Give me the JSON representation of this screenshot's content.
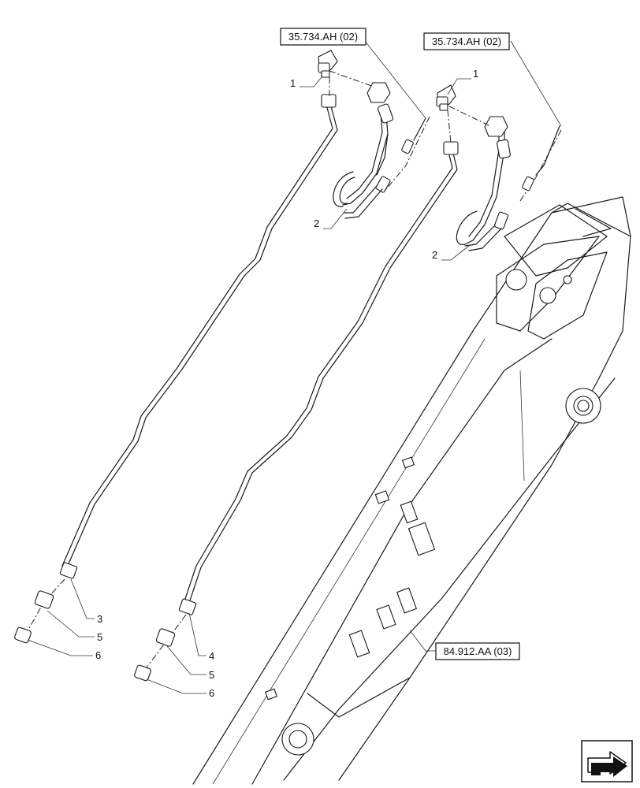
{
  "references": {
    "ref_top_left": "35.734.AH (02)",
    "ref_top_right": "35.734.AH (02)",
    "ref_boom": "84.912.AA (03)"
  },
  "callouts": {
    "left_elbow": "1",
    "left_hose": "2",
    "right_elbow": "1",
    "right_hose": "2",
    "left_nut": "3",
    "left_union": "5",
    "left_plug": "6",
    "right_nut": "4",
    "right_union": "5",
    "right_plug": "6"
  },
  "nav_icon": "next-page-arrow-icon"
}
